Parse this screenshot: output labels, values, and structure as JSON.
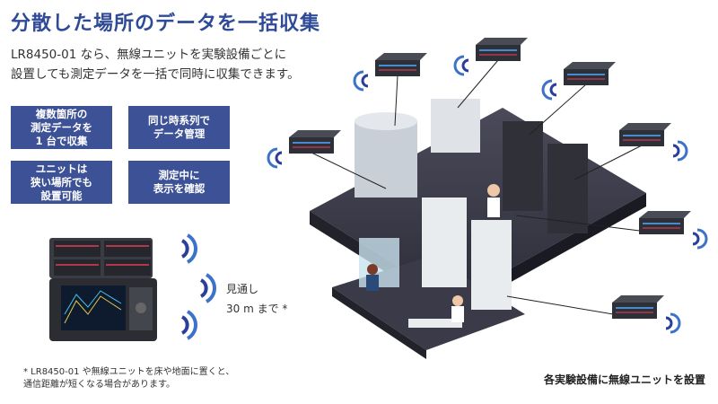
{
  "title": "分散した場所のデータを一括収集",
  "lead": {
    "line1": "LR8450-01 なら、無線ユニットを実験設備ごとに",
    "line2": "設置しても測定データを一括で同時に収集できます。"
  },
  "features": [
    "複数箇所の\n測定データを\n1 台で収集",
    "同じ時系列で\nデータ管理",
    "ユニットは\n狭い場所でも\n設置可能",
    "測定中に\n表示を確認"
  ],
  "range_label": "見通し\n30 m まで *",
  "footnote": "* LR8450-01 や無線ユニットを床や地面に置くと、\n  通信距離が短くなる場合があります。",
  "caption": "各実験設備に無線ユニットを設置",
  "colors": {
    "accent": "#3d5296",
    "title": "#2f4b97",
    "signal": "#2a3f9a"
  }
}
